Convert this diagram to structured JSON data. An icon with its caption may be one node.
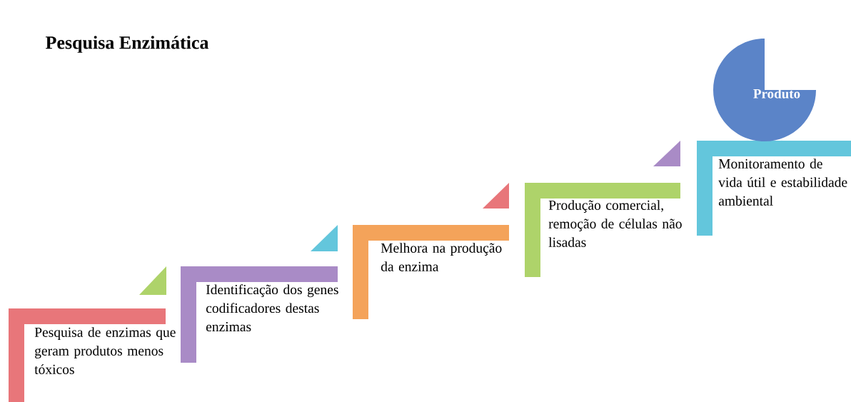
{
  "diagram": {
    "title": "Pesquisa Enzimática",
    "nodes": [
      {
        "text": [
          "Pesquisa de enzimas que geram produtos menos tóxicos"
        ]
      },
      {
        "text": [
          "Identificação dos genes codificadores destas enzimas"
        ]
      },
      {
        "text": [
          "Melhora na produção da enzima"
        ]
      },
      {
        "text": [
          "Produção comercial, remoção de células não lisadas"
        ]
      },
      {
        "text": [
          "Monitoramento de vida útil e estabilidade ambiental"
        ]
      },
      {
        "text": [
          "Produto"
        ]
      }
    ]
  }
}
